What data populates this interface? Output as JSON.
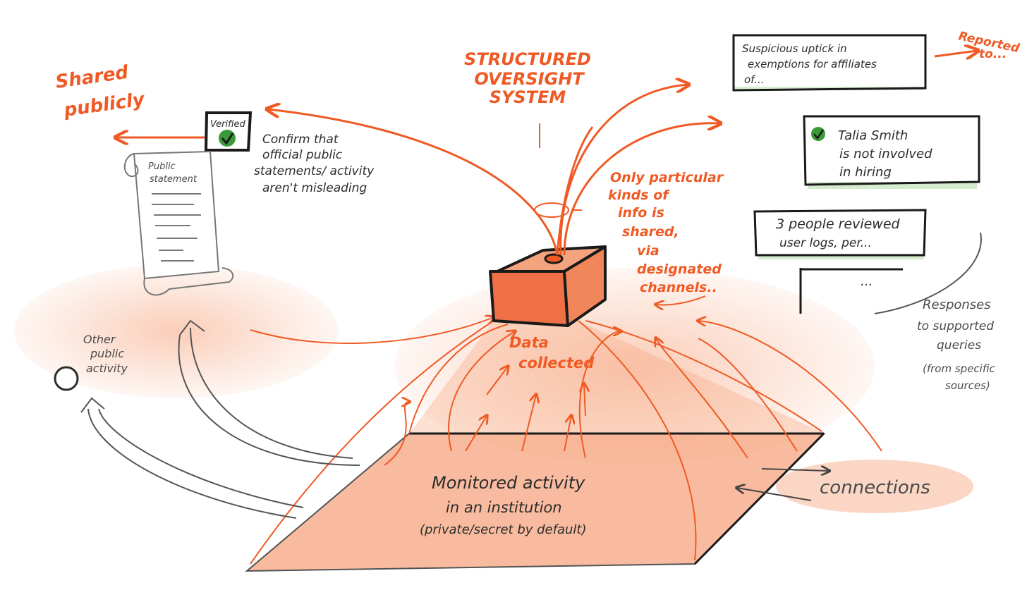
{
  "colors": {
    "accent": "#ef5a24",
    "accent_wash": "#f7a57f",
    "ink": "#2c2c2c",
    "grey_ink": "#555555",
    "verified_green": "#3a9a3a",
    "highlight_green": "#c9e6c1"
  },
  "title": [
    "STRUCTURED",
    "OVERSIGHT",
    "SYSTEM"
  ],
  "shared_publicly": [
    "Shared",
    "publicly"
  ],
  "verified_badge": "Verified",
  "public_statement": [
    "Public",
    "statement"
  ],
  "confirm_note": [
    "Confirm that",
    "official public",
    "statements/ activity",
    "aren't misleading"
  ],
  "other_public_activity": [
    "Other",
    "public",
    "activity"
  ],
  "data_collected": [
    "Data",
    "collected"
  ],
  "info_note": [
    "Only particular",
    "kinds of",
    "info is",
    "shared,",
    "via",
    "designated",
    "channels.."
  ],
  "reported_to": [
    "Reported",
    "to..."
  ],
  "responses": {
    "card1": [
      "Suspicious uptick in",
      "exemptions for affiliates",
      "of..."
    ],
    "card2": [
      "Talia Smith",
      "is not involved",
      "in hiring"
    ],
    "card3": [
      "3 people reviewed",
      "user logs, per..."
    ],
    "card4": "..."
  },
  "responses_note": [
    "Responses",
    "to supported",
    "queries",
    "(from specific",
    "sources)"
  ],
  "institution": [
    "Monitored activity",
    "in an institution",
    "(private/secret by default)"
  ],
  "connections": "connections",
  "icons": [
    "checkmark-icon",
    "scroll-icon",
    "circle-icon",
    "box-icon"
  ]
}
